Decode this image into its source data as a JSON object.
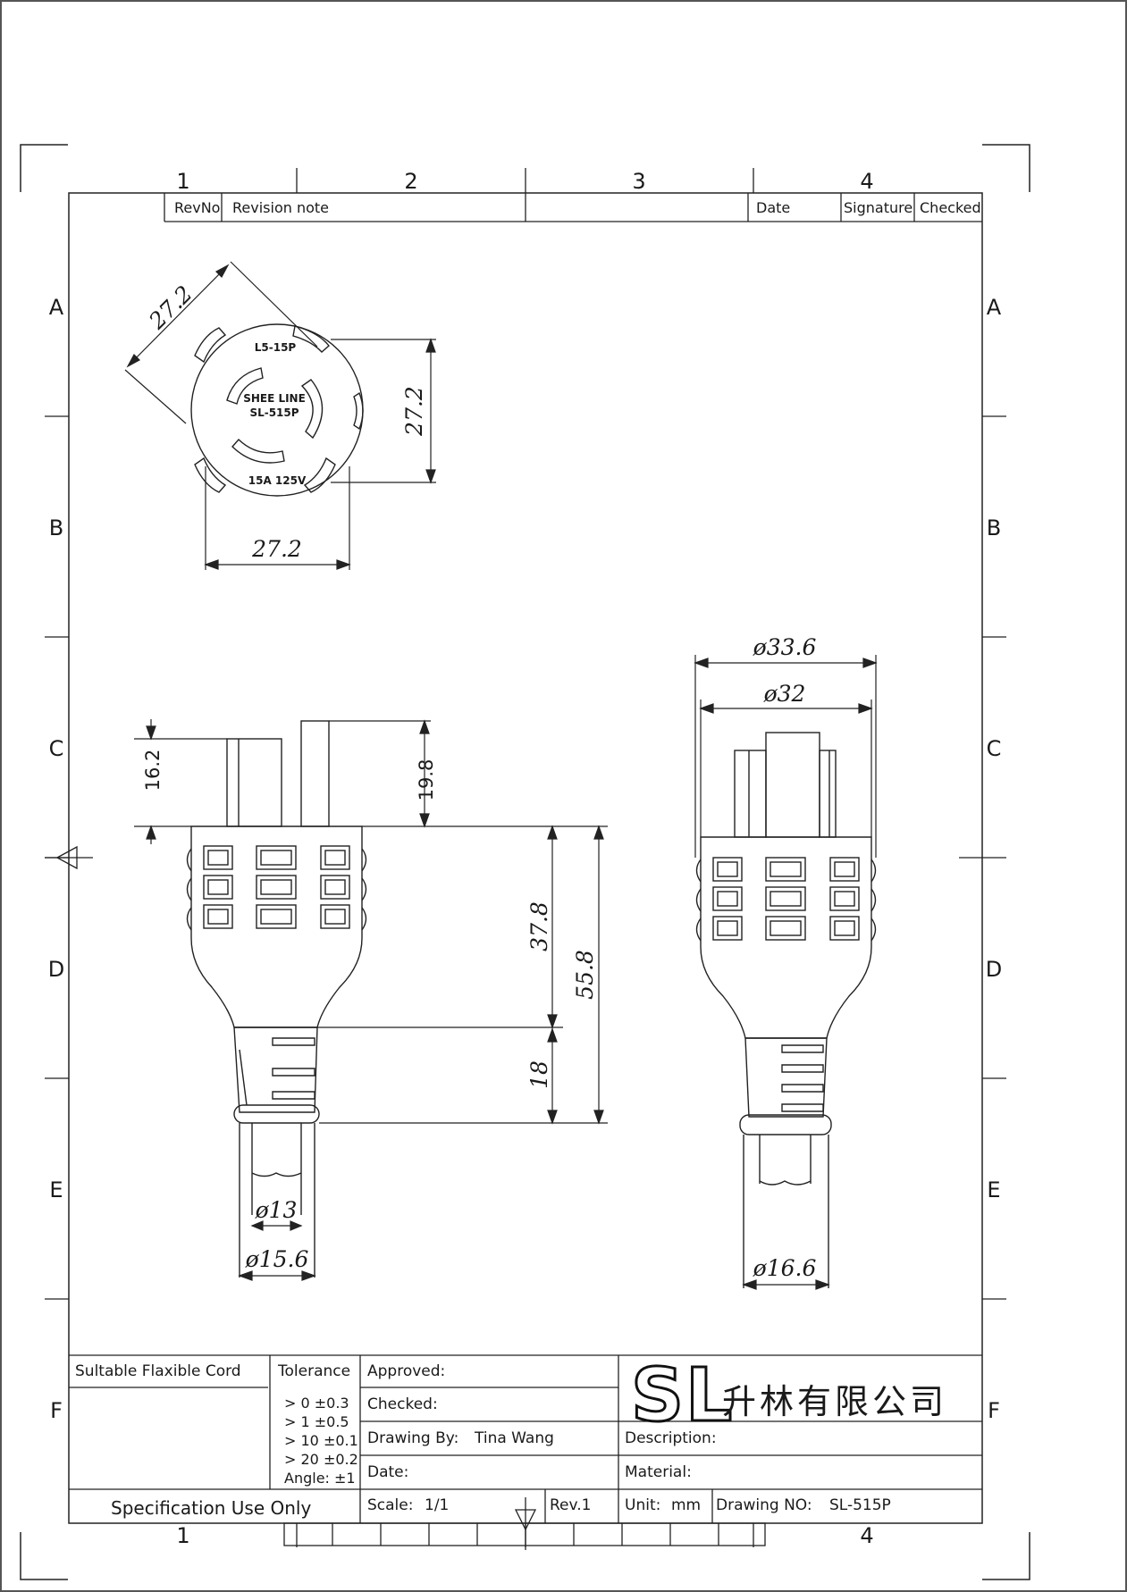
{
  "columns": [
    "1",
    "2",
    "3",
    "4"
  ],
  "rows": [
    "A",
    "B",
    "C",
    "D",
    "E",
    "F"
  ],
  "revision_table": {
    "revno": "RevNo",
    "revision_note": "Revision note",
    "date": "Date",
    "signature": "Signature",
    "checked": "Checked"
  },
  "plug_face": {
    "model": "L5-15P",
    "brand_line1": "SHEE LINE",
    "brand_line2": "SL-515P",
    "rating": "15A 125V"
  },
  "dimensions": {
    "face_diag": "27.2",
    "face_height": "27.2",
    "face_width": "27.2",
    "blade_short": "16.2",
    "blade_long": "19.8",
    "head_length": "37.8",
    "total_length": "55.8",
    "strain_relief": "18",
    "cord_dia": "ø13",
    "sleeve_dia": "ø15.6",
    "outer_dia": "ø33.6",
    "inner_dia": "ø32",
    "side_cord_dia": "ø16.6"
  },
  "title_block": {
    "suitable_cord": "Sultable Flaxible Cord",
    "tolerance": "Tolerance",
    "tolerance_rows": [
      "> 0  ±0.3",
      "> 1  ±0.5",
      "> 10  ±0.1",
      "> 20  ±0.2",
      "Angle: ±1"
    ],
    "approved": "Approved:",
    "checked": "Checked:",
    "drawing_by_label": "Drawing By:",
    "drawing_by": "Tina Wang",
    "date": "Date:",
    "description": "Description:",
    "material": "Material:",
    "spec_use": "Specification Use Only",
    "scale_label": "Scale:",
    "scale": "1/1",
    "rev": "Rev.1",
    "unit_label": "Unit:",
    "unit": "mm",
    "drawing_no_label": "Drawing NO:",
    "drawing_no": "SL-515P",
    "logo": "SL",
    "company": "升林有限公司"
  }
}
